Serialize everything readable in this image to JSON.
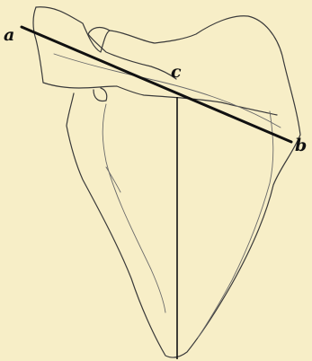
{
  "figure": {
    "labels": {
      "a": "a",
      "b": "b",
      "c": "c"
    }
  }
}
